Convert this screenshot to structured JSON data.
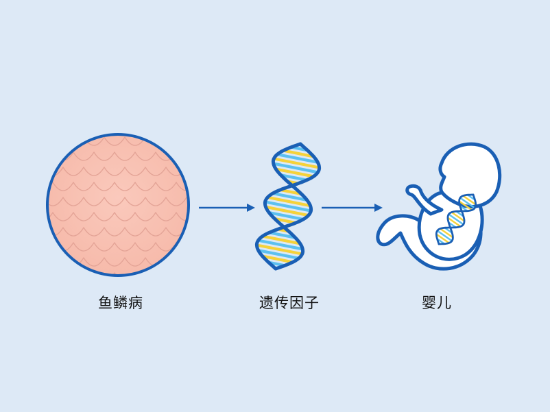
{
  "steps": [
    {
      "label": "鱼鳞病",
      "icon": "skin-scales-icon"
    },
    {
      "label": "遗传因子",
      "icon": "dna-helix-icon"
    },
    {
      "label": "婴儿",
      "icon": "fetus-icon"
    }
  ],
  "colors": {
    "background": "#dde9f6",
    "outline": "#1a5fb4",
    "skin": "#f8c2b4",
    "dna_blue": "#5bc0f0",
    "dna_yellow": "#f5d23b"
  }
}
